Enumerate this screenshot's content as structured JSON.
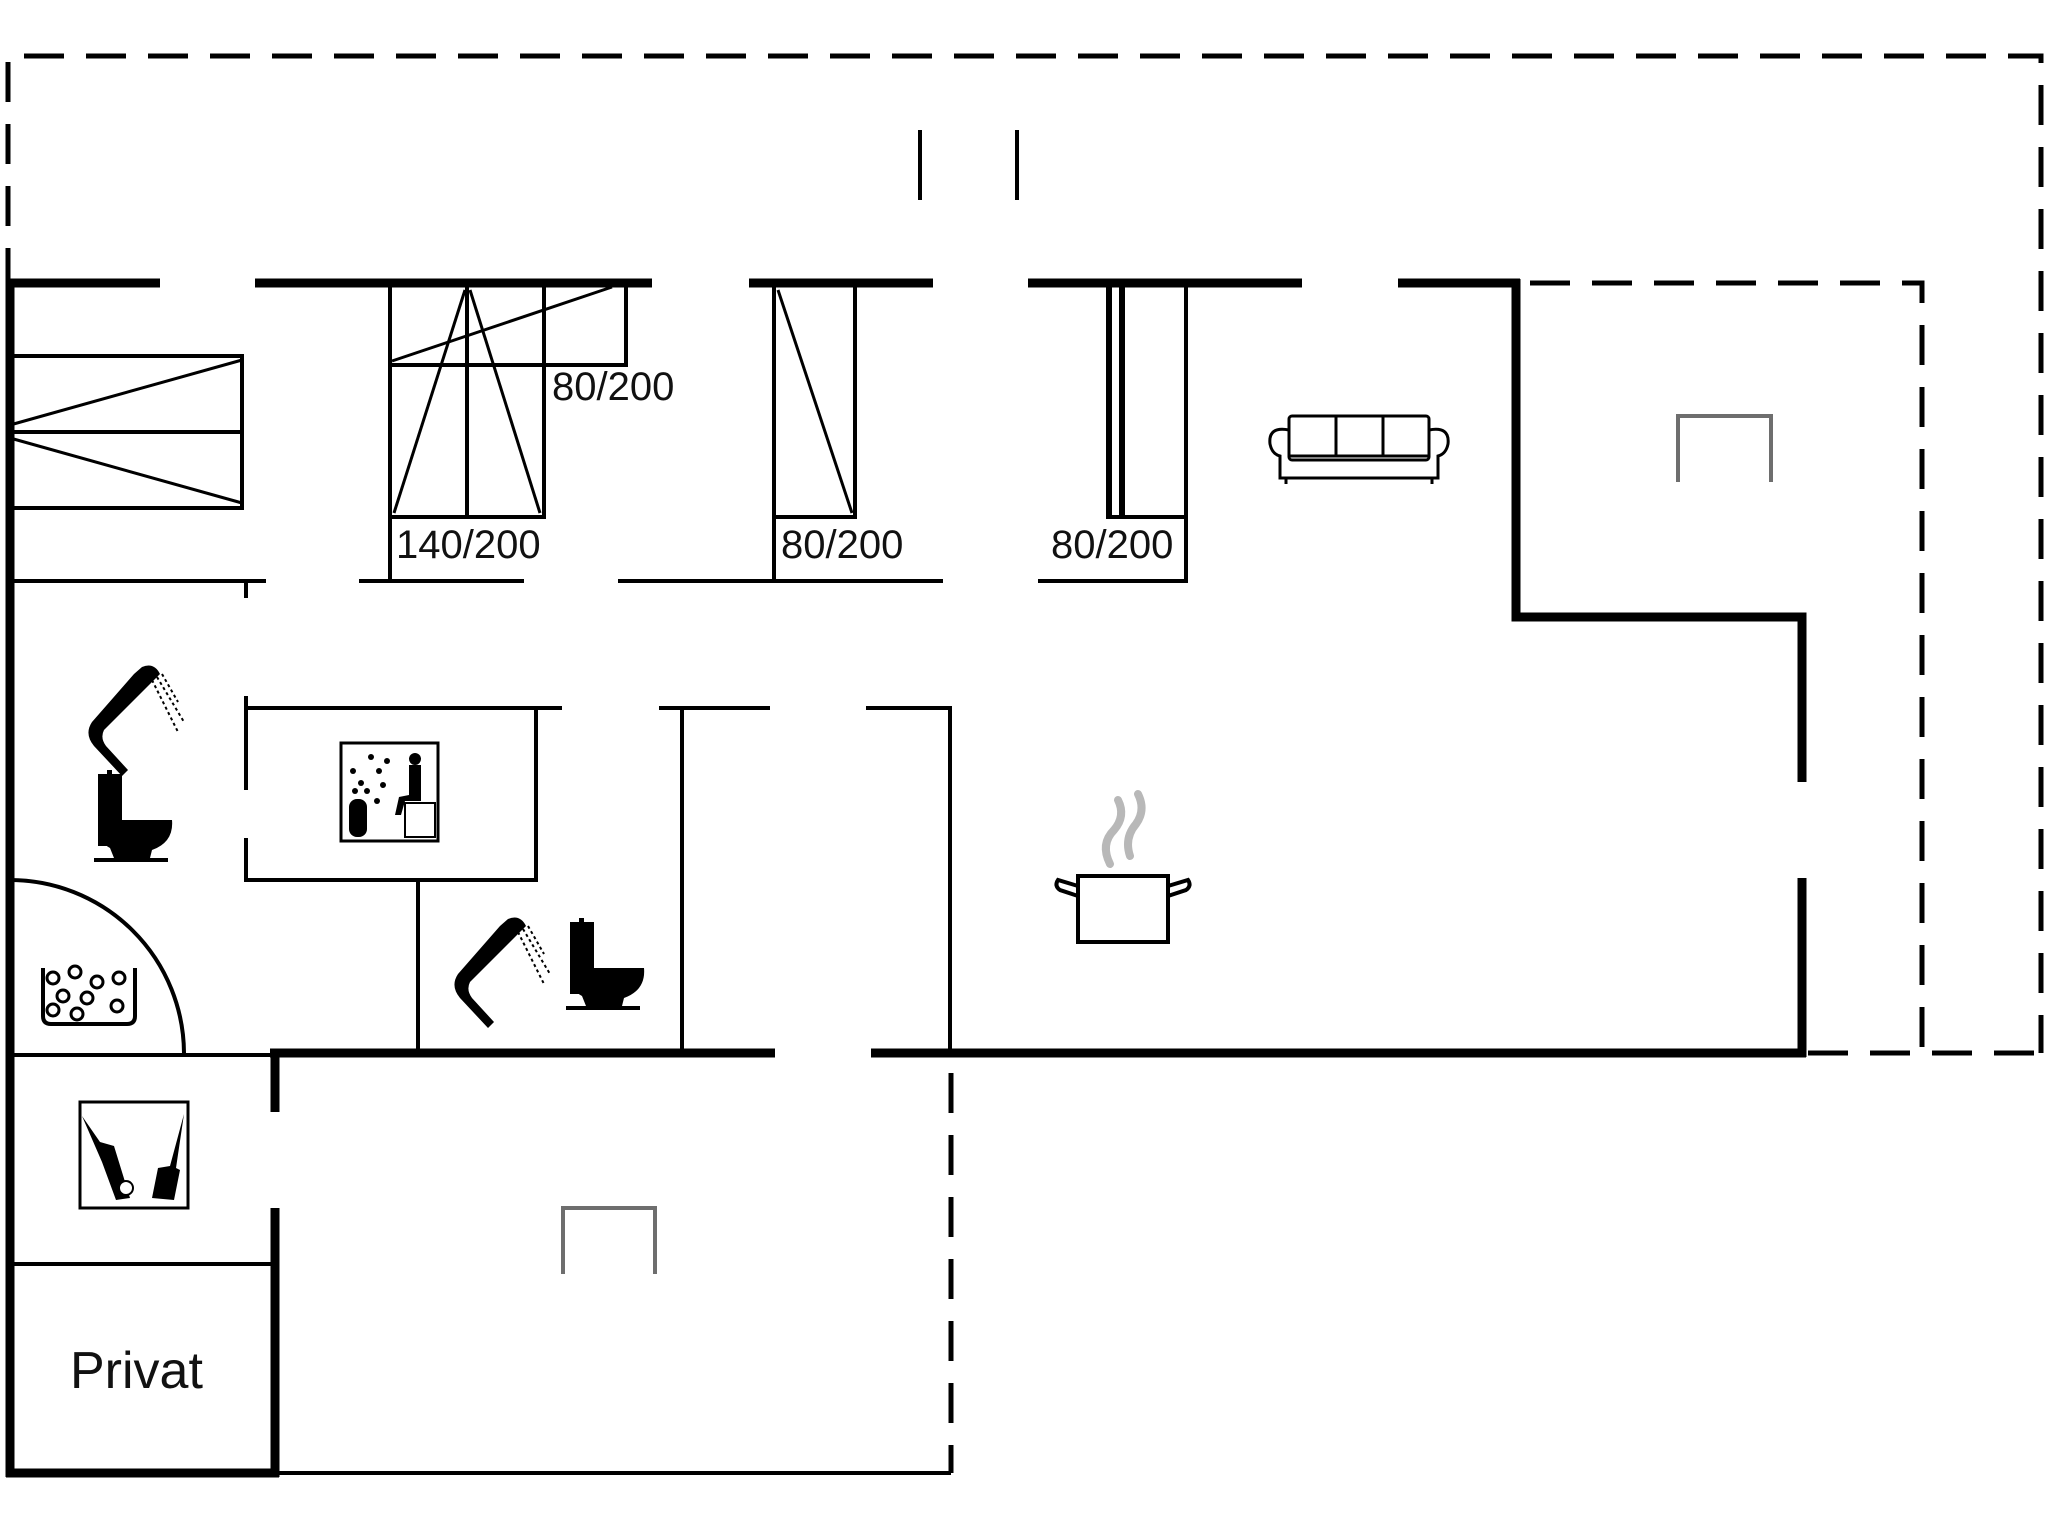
{
  "plan": {
    "title": "Floor plan",
    "background": "#ffffff",
    "wall_color": "#000000",
    "fixture_gray": "#6e6e6e",
    "steam_gray": "#b8b8b8"
  },
  "beds": [
    {
      "label": "80/200",
      "type": "single bed"
    },
    {
      "label": "140/200",
      "type": "double bed"
    },
    {
      "label": "80/200",
      "type": "single bed"
    },
    {
      "label": "80/200",
      "type": "single bed"
    }
  ],
  "rooms": {
    "private_label": "Privat"
  },
  "icons": [
    {
      "name": "shower-icon",
      "room": "bathroom-1"
    },
    {
      "name": "toilet-icon",
      "room": "bathroom-1"
    },
    {
      "name": "sauna-icon",
      "room": "sauna"
    },
    {
      "name": "whirlpool-icon",
      "room": "bathroom-1"
    },
    {
      "name": "shower-icon",
      "room": "bathroom-2"
    },
    {
      "name": "toilet-icon",
      "room": "bathroom-2"
    },
    {
      "name": "sofa-icon",
      "room": "living-room"
    },
    {
      "name": "cooking-pot-icon",
      "room": "kitchen"
    },
    {
      "name": "cleaning-utility-icon",
      "room": "utility"
    },
    {
      "name": "terrace-marker-icon",
      "room": "terrace-east"
    },
    {
      "name": "terrace-marker-icon",
      "room": "terrace-south"
    }
  ]
}
